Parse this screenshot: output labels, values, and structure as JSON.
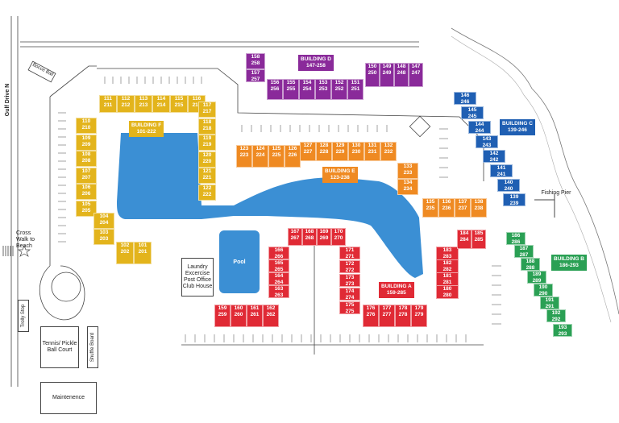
{
  "colors": {
    "f": "#e3b41c",
    "d": "#8a2a9a",
    "e": "#ef8a22",
    "c": "#1f5fb3",
    "b": "#2aa054",
    "a": "#e02a35",
    "water": "#3b8fd4"
  },
  "buildings": [
    {
      "key": "f",
      "name": "BUILDING F",
      "range": "101-222"
    },
    {
      "key": "d",
      "name": "BUILDING D",
      "range": "147-258"
    },
    {
      "key": "e",
      "name": "BUILDING E",
      "range": "123-238"
    },
    {
      "key": "c",
      "name": "BUILDING C",
      "range": "139-246"
    },
    {
      "key": "b",
      "name": "BUILDING B",
      "range": "186-293"
    },
    {
      "key": "a",
      "name": "BUILDING A",
      "range": "159-285"
    }
  ],
  "units": [
    [
      "f",
      "111",
      "211"
    ],
    [
      "f",
      "112",
      "212"
    ],
    [
      "f",
      "113",
      "213"
    ],
    [
      "f",
      "114",
      "214"
    ],
    [
      "f",
      "115",
      "215"
    ],
    [
      "f",
      "116",
      "216"
    ],
    [
      "f",
      "117",
      "217"
    ],
    [
      "f",
      "118",
      "218"
    ],
    [
      "f",
      "119",
      "219"
    ],
    [
      "f",
      "120",
      "220"
    ],
    [
      "f",
      "121",
      "221"
    ],
    [
      "f",
      "122",
      "222"
    ],
    [
      "f",
      "110",
      "210"
    ],
    [
      "f",
      "109",
      "209"
    ],
    [
      "f",
      "108",
      "208"
    ],
    [
      "f",
      "107",
      "207"
    ],
    [
      "f",
      "106",
      "206"
    ],
    [
      "f",
      "105",
      "205"
    ],
    [
      "f",
      "104",
      "204"
    ],
    [
      "f",
      "103",
      "203"
    ],
    [
      "f",
      "102",
      "202"
    ],
    [
      "f",
      "101",
      "201"
    ],
    [
      "d",
      "158",
      "258"
    ],
    [
      "d",
      "157",
      "257"
    ],
    [
      "d",
      "156",
      "256"
    ],
    [
      "d",
      "155",
      "255"
    ],
    [
      "d",
      "154",
      "254"
    ],
    [
      "d",
      "153",
      "253"
    ],
    [
      "d",
      "152",
      "252"
    ],
    [
      "d",
      "151",
      "251"
    ],
    [
      "d",
      "150",
      "250"
    ],
    [
      "d",
      "149",
      "249"
    ],
    [
      "d",
      "148",
      "248"
    ],
    [
      "d",
      "147",
      "247"
    ],
    [
      "e",
      "123",
      "223"
    ],
    [
      "e",
      "124",
      "224"
    ],
    [
      "e",
      "125",
      "225"
    ],
    [
      "e",
      "126",
      "226"
    ],
    [
      "e",
      "127",
      "227"
    ],
    [
      "e",
      "128",
      "228"
    ],
    [
      "e",
      "129",
      "229"
    ],
    [
      "e",
      "130",
      "230"
    ],
    [
      "e",
      "131",
      "231"
    ],
    [
      "e",
      "132",
      "232"
    ],
    [
      "e",
      "133",
      "233"
    ],
    [
      "e",
      "134",
      "234"
    ],
    [
      "e",
      "135",
      "235"
    ],
    [
      "e",
      "136",
      "236"
    ],
    [
      "e",
      "137",
      "237"
    ],
    [
      "e",
      "138",
      "238"
    ],
    [
      "c",
      "146",
      "246"
    ],
    [
      "c",
      "145",
      "245"
    ],
    [
      "c",
      "144",
      "244"
    ],
    [
      "c",
      "143",
      "243"
    ],
    [
      "c",
      "142",
      "242"
    ],
    [
      "c",
      "141",
      "241"
    ],
    [
      "c",
      "140",
      "240"
    ],
    [
      "c",
      "139",
      "239"
    ],
    [
      "b",
      "186",
      "286"
    ],
    [
      "b",
      "187",
      "287"
    ],
    [
      "b",
      "188",
      "288"
    ],
    [
      "b",
      "189",
      "289"
    ],
    [
      "b",
      "190",
      "290"
    ],
    [
      "b",
      "191",
      "291"
    ],
    [
      "b",
      "192",
      "292"
    ],
    [
      "b",
      "193",
      "293"
    ],
    [
      "a",
      "167",
      "267"
    ],
    [
      "a",
      "168",
      "268"
    ],
    [
      "a",
      "169",
      "269"
    ],
    [
      "a",
      "170",
      "270"
    ],
    [
      "a",
      "166",
      "266"
    ],
    [
      "a",
      "165",
      "265"
    ],
    [
      "a",
      "164",
      "264"
    ],
    [
      "a",
      "163",
      "263"
    ],
    [
      "a",
      "171",
      "271"
    ],
    [
      "a",
      "172",
      "272"
    ],
    [
      "a",
      "173",
      "273"
    ],
    [
      "a",
      "174",
      "274"
    ],
    [
      "a",
      "175",
      "275"
    ],
    [
      "a",
      "159",
      "259"
    ],
    [
      "a",
      "160",
      "260"
    ],
    [
      "a",
      "161",
      "261"
    ],
    [
      "a",
      "162",
      "262"
    ],
    [
      "a",
      "176",
      "276"
    ],
    [
      "a",
      "177",
      "277"
    ],
    [
      "a",
      "178",
      "278"
    ],
    [
      "a",
      "179",
      "279"
    ],
    [
      "a",
      "183",
      "283"
    ],
    [
      "a",
      "182",
      "282"
    ],
    [
      "a",
      "181",
      "281"
    ],
    [
      "a",
      "180",
      "280"
    ],
    [
      "a",
      "184",
      "284"
    ],
    [
      "a",
      "185",
      "285"
    ]
  ],
  "labels": {
    "gulf_drive": "Gulf Drive N",
    "bocce": "Bocce Ball",
    "crosswalk": "Cross Walk to Beach",
    "trolly": "Trolly Stop",
    "tennis": "Tennis/ Pickle Ball Court",
    "shuffle": "Shuffle Board",
    "maintenance": "Maintenence",
    "pool": "Pool",
    "clubhouse": "Laundry Excercise Post Office Club House",
    "fishing": "Fishing Pier"
  }
}
